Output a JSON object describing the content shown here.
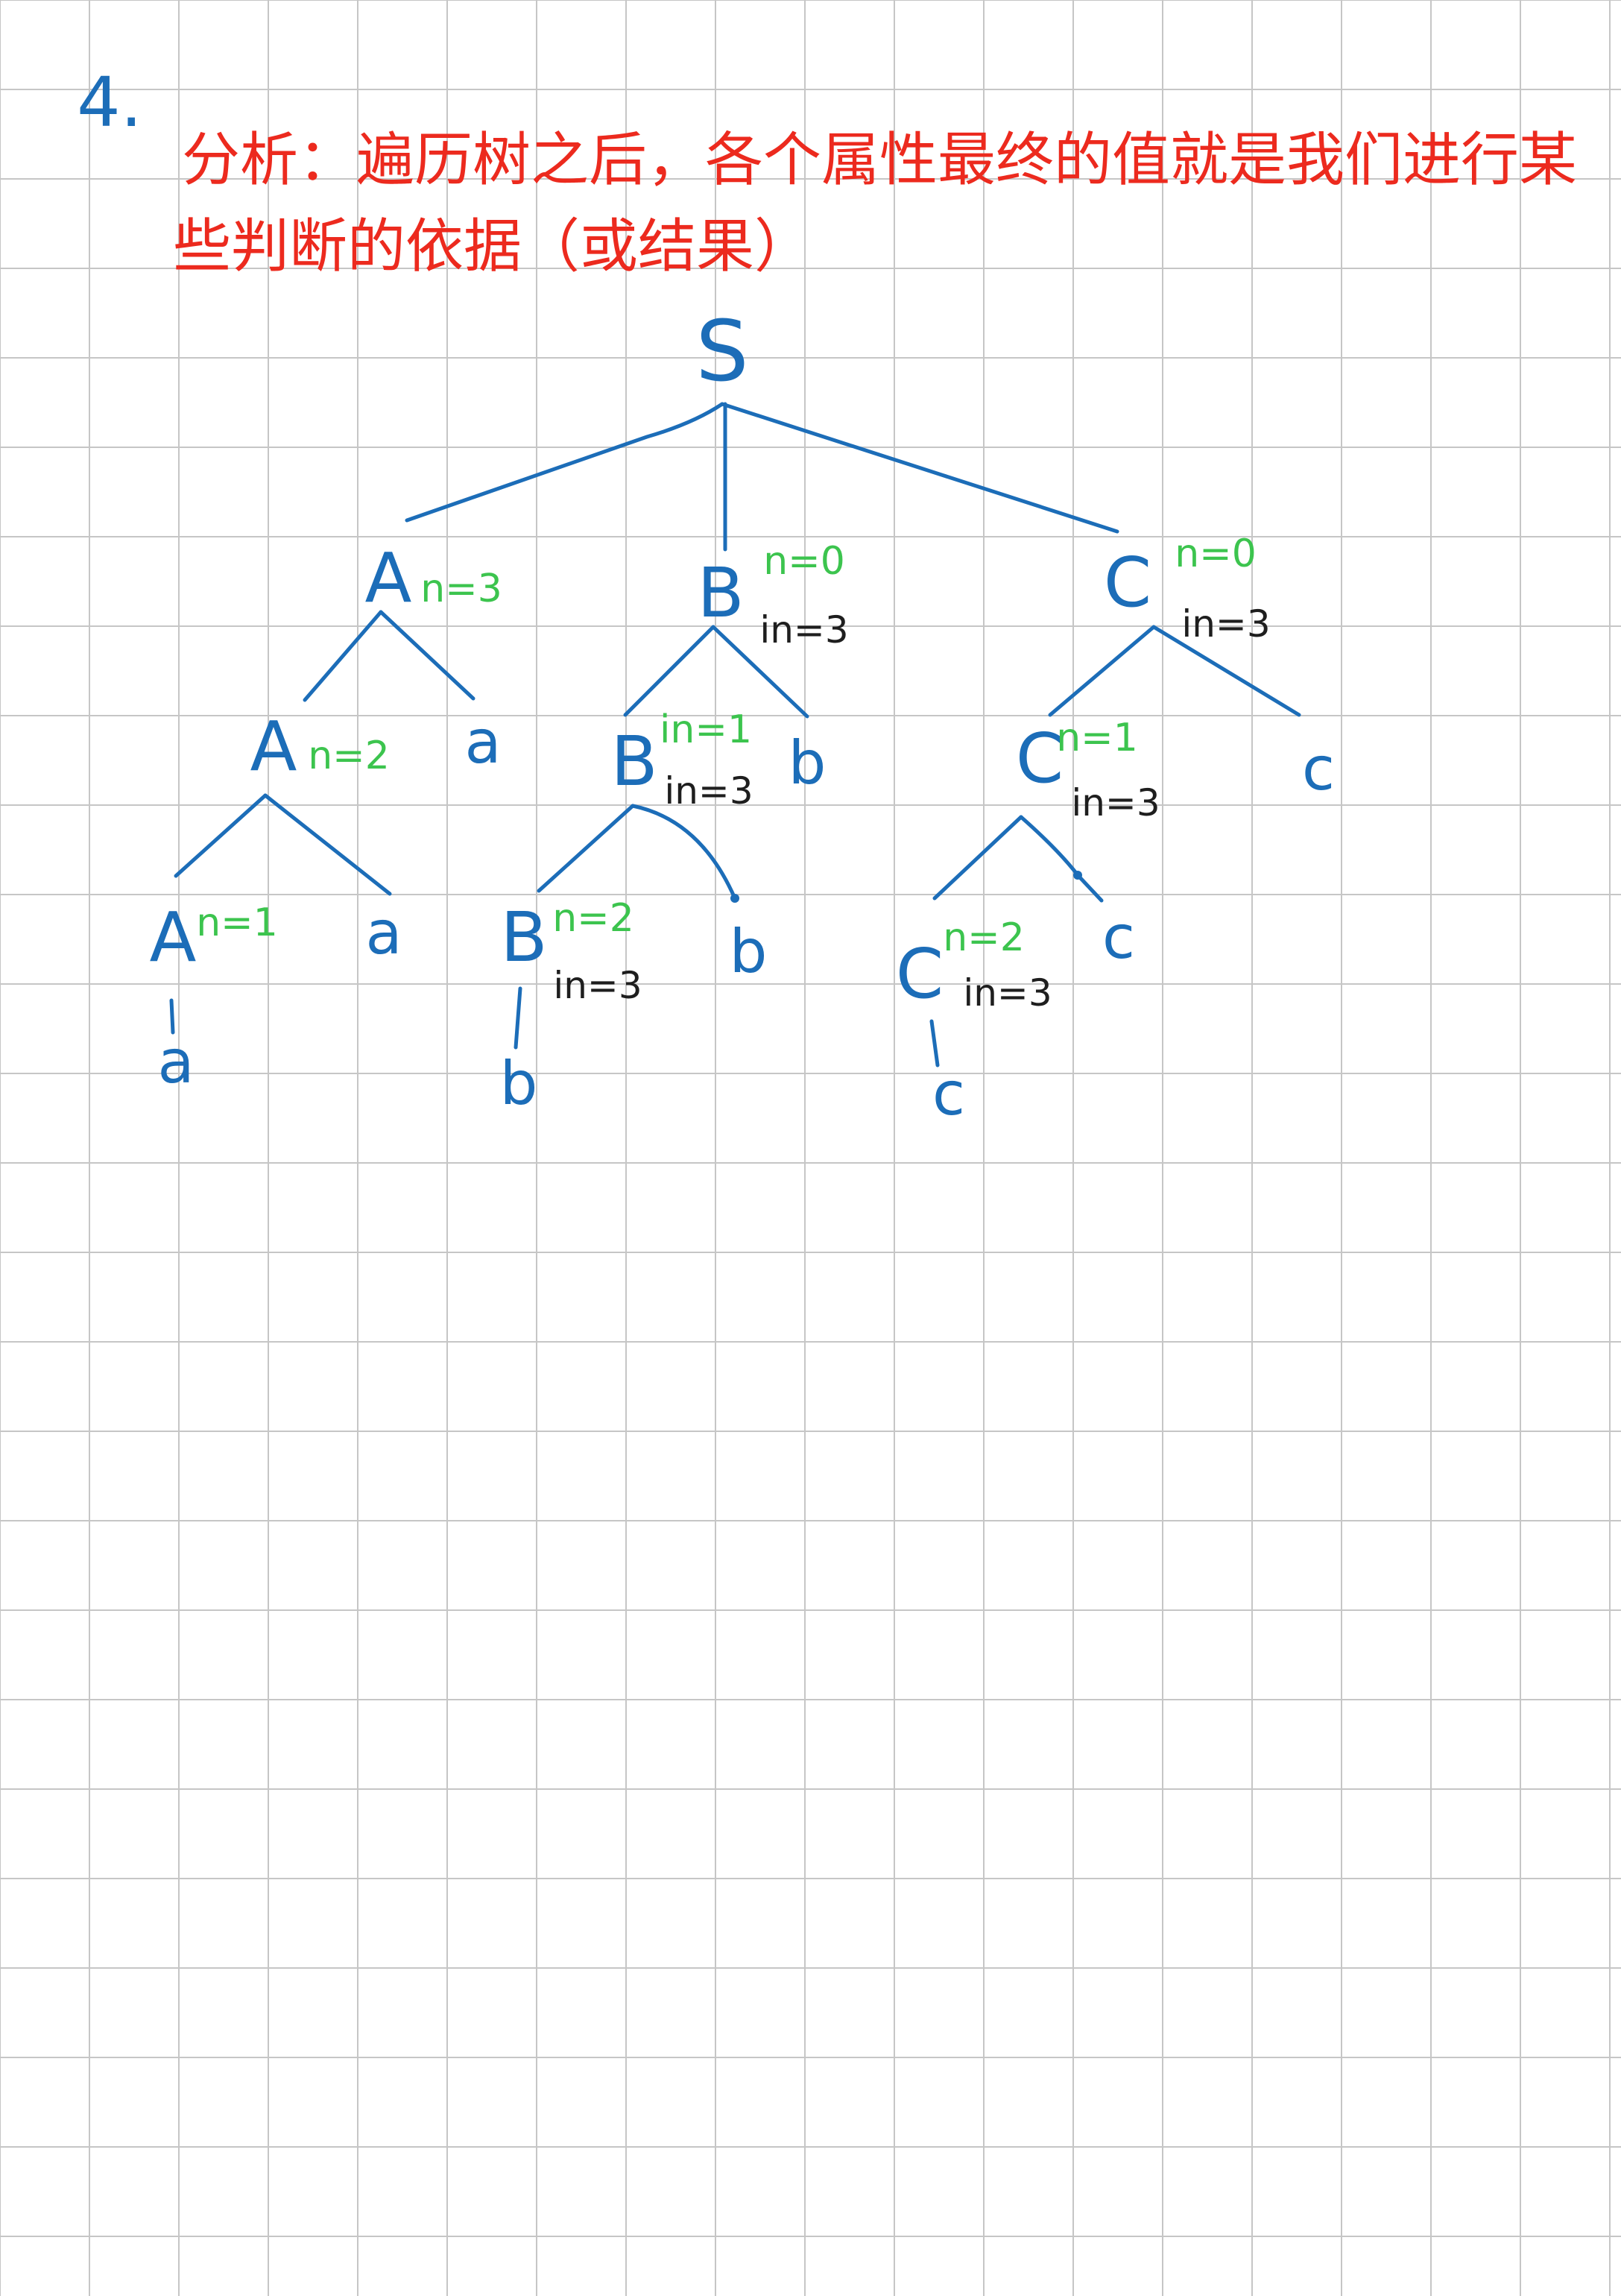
{
  "problem_number": "4.",
  "note": {
    "line1": "分析：遍历树之后，各个属性最终的值就是我们进行某",
    "line2": "些判断的依据（或结果）"
  },
  "colors": {
    "ink_blue": "#1c6db8",
    "ink_green": "#3cc44e",
    "ink_black": "#1e1e1e",
    "ink_red": "#ec2a1e",
    "grid_line": "#c6c6c6",
    "paper": "#ffffff"
  },
  "tree": {
    "label": "S",
    "children": [
      {
        "label": "A",
        "attrs": [
          "n=3"
        ],
        "children": [
          {
            "label": "A",
            "attrs": [
              "n=2"
            ],
            "children": [
              {
                "label": "A",
                "attrs": [
                  "n=1"
                ],
                "children": [
                  {
                    "label": "a"
                  }
                ]
              },
              {
                "label": "a"
              }
            ]
          },
          {
            "label": "a"
          }
        ]
      },
      {
        "label": "B",
        "attrs": [
          "n=0",
          "in=3"
        ],
        "children": [
          {
            "label": "B",
            "attrs": [
              "in=1",
              "in=3"
            ],
            "children": [
              {
                "label": "B",
                "attrs": [
                  "n=2",
                  "in=3"
                ],
                "children": [
                  {
                    "label": "b"
                  }
                ]
              },
              {
                "label": "b"
              }
            ]
          },
          {
            "label": "b"
          }
        ]
      },
      {
        "label": "C",
        "attrs": [
          "n=0",
          "in=3"
        ],
        "children": [
          {
            "label": "C",
            "attrs": [
              "n=1",
              "in=3"
            ],
            "children": [
              {
                "label": "C",
                "attrs": [
                  "n=2",
                  "in=3"
                ],
                "children": [
                  {
                    "label": "c"
                  }
                ]
              },
              {
                "label": "c"
              }
            ]
          },
          {
            "label": "c"
          }
        ]
      }
    ]
  }
}
